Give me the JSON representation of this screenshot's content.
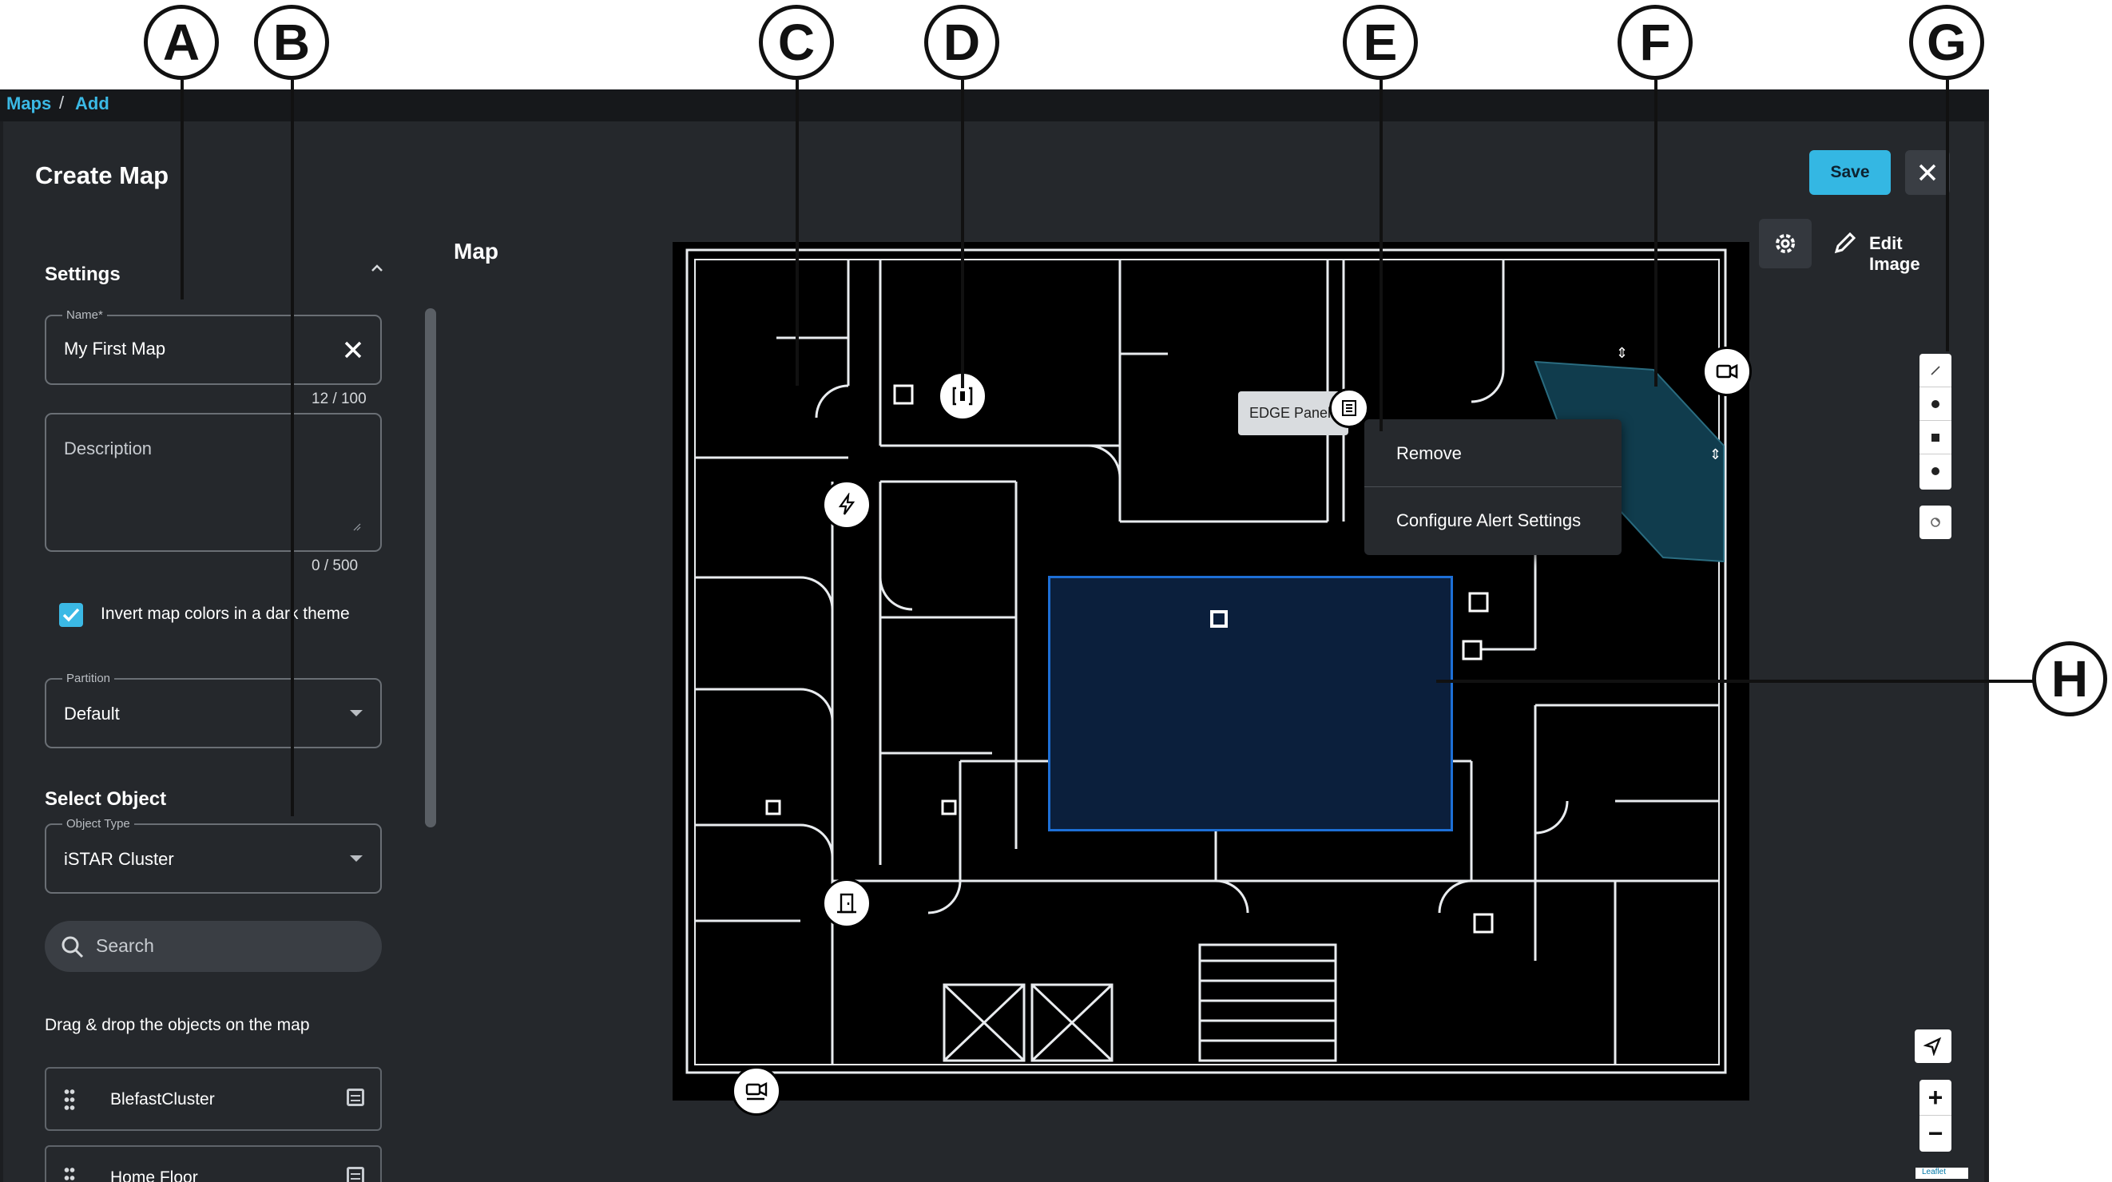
{
  "callouts": [
    "A",
    "B",
    "C",
    "D",
    "E",
    "F",
    "G",
    "H"
  ],
  "breadcrumb": {
    "root": "Maps",
    "sep": "/",
    "current": "Add"
  },
  "page_title": "Create Map",
  "header": {
    "save_label": "Save",
    "close_icon": "close-icon"
  },
  "settings": {
    "heading": "Settings",
    "name": {
      "label": "Name*",
      "value": "My First Map",
      "counter": "12 / 100"
    },
    "description": {
      "placeholder": "Description",
      "counter": "0 / 500"
    },
    "invert": {
      "checked": true,
      "label": "Invert map colors in a dark theme"
    },
    "partition": {
      "label": "Partition",
      "value": "Default"
    }
  },
  "select_object": {
    "heading": "Select Object",
    "object_type": {
      "label": "Object Type",
      "value": "iSTAR Cluster"
    },
    "search_placeholder": "Search",
    "hint": "Drag & drop the objects on the map",
    "items": [
      {
        "label": "BlefastCluster",
        "icon": "cluster-icon"
      },
      {
        "label": "Home Floor",
        "icon": "cluster-icon"
      }
    ]
  },
  "map": {
    "heading": "Map",
    "edit_image_label": "Edit Image",
    "edge_panel_label": "EDGE Panel",
    "context_menu": [
      "Remove",
      "Configure Alert Settings"
    ],
    "markers": [
      "door-icon",
      "bolt-icon",
      "door-icon",
      "camera-icon",
      "camera-icon"
    ],
    "attribution": "Leaflet",
    "colors": {
      "zone_fill": "#0b1f3c",
      "zone_border": "#1d6fd6",
      "camera_fov": "#103c4d",
      "accent": "#34b7e3"
    }
  }
}
